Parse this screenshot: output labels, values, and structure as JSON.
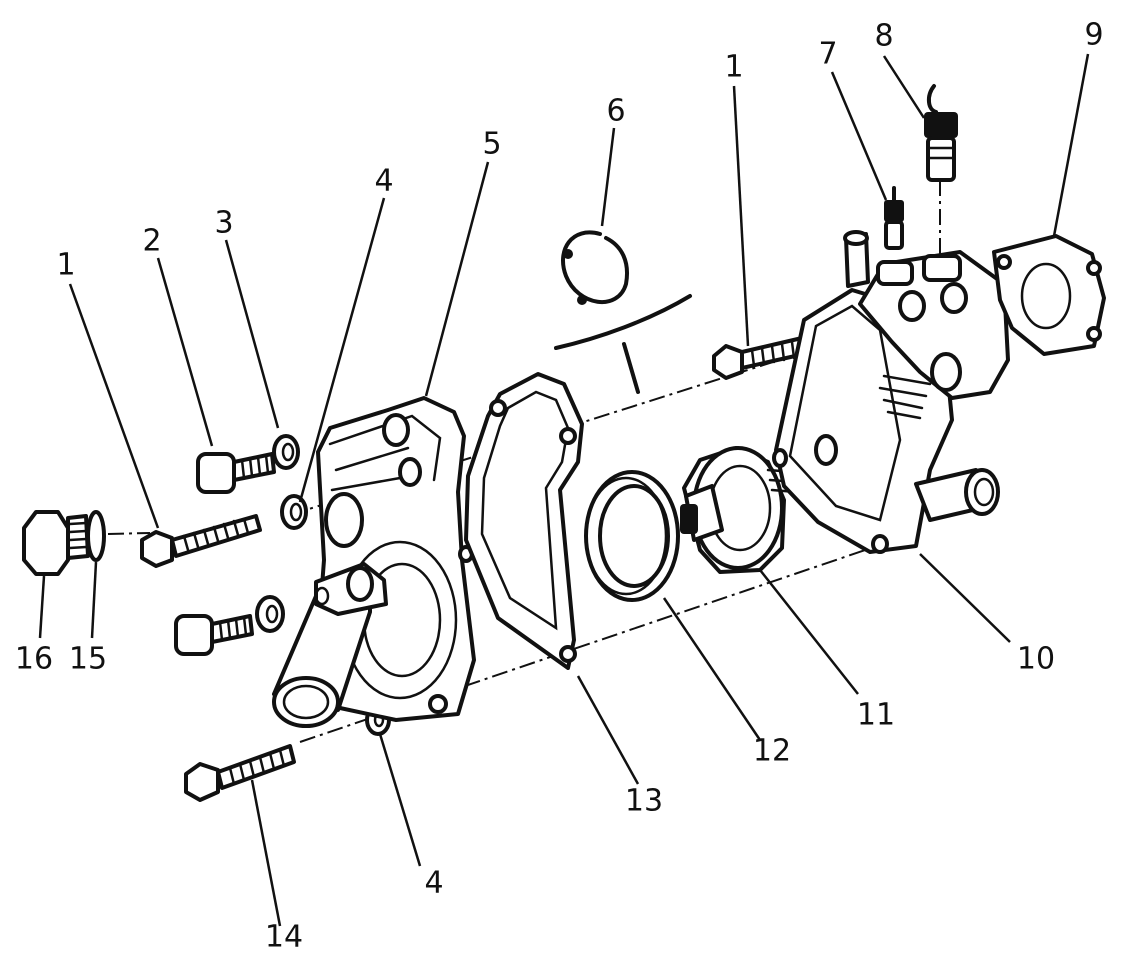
{
  "diagram": {
    "callouts": [
      "1",
      "2",
      "3",
      "4",
      "5",
      "6",
      "1",
      "7",
      "8",
      "9",
      "10",
      "11",
      "12",
      "13",
      "4",
      "14",
      "15",
      "16"
    ]
  }
}
